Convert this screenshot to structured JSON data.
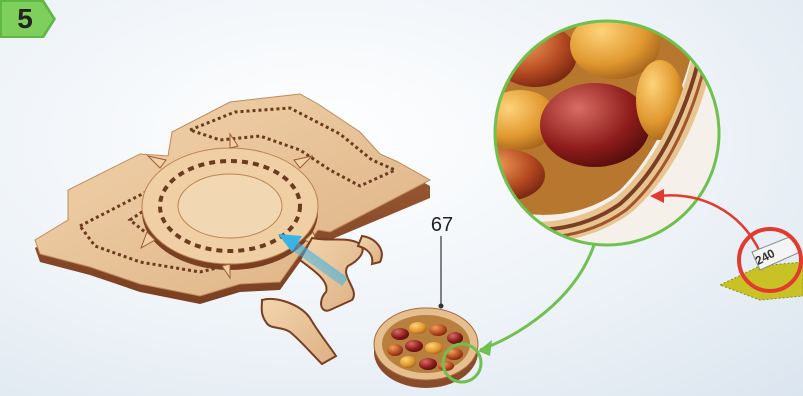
{
  "step": {
    "number": "5"
  },
  "part": {
    "number": "67"
  },
  "sandpaper": {
    "grit": "240"
  },
  "colors": {
    "badge": "#5fb844",
    "callout": "#6fc04f",
    "arrow_red": "#e23b2e",
    "arrow_blue": "#3ab3e6",
    "wood": "#e9c49a",
    "wood_dark": "#8a4b2a"
  },
  "icons": {
    "step": "step-badge-icon",
    "magnifier": "magnifier-callout-icon",
    "sandpaper": "sandpaper-icon",
    "prohibition": "prohibition-circle-icon"
  }
}
